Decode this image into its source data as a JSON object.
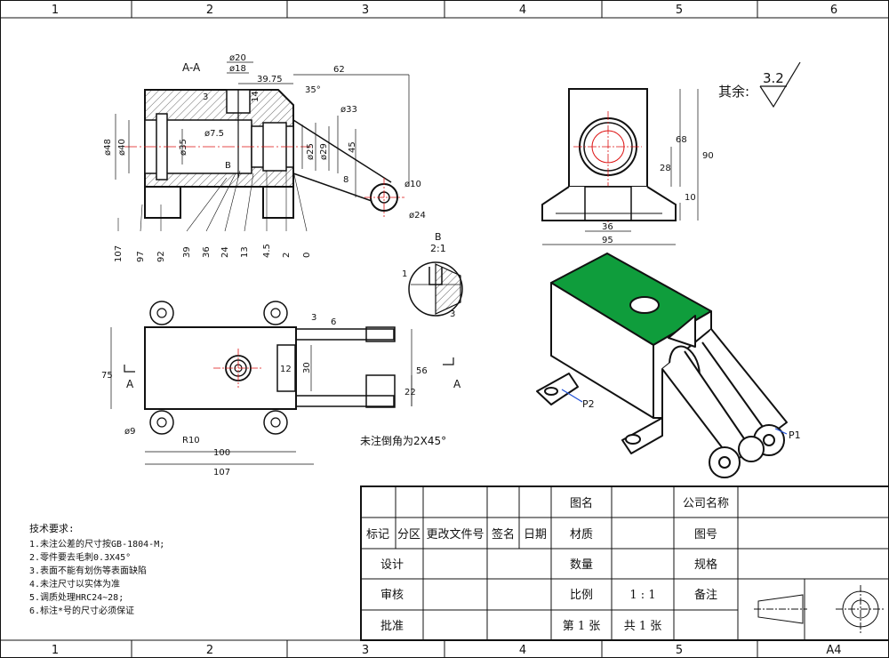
{
  "frame": {
    "columns": [
      "1",
      "2",
      "3",
      "4",
      "5",
      "6"
    ],
    "bottom_columns": [
      "1",
      "2",
      "3",
      "4",
      "5",
      "A4"
    ]
  },
  "section_view": {
    "label": "A-A",
    "dims": {
      "d20": "ø20",
      "d18": "ø18",
      "l3975": "39.75",
      "l62": "62",
      "a35": "35°",
      "l3": "3",
      "l14": "14",
      "d33": "ø33",
      "d75": "ø7.5",
      "d48": "ø48",
      "d40": "ø40",
      "d35": "ø35",
      "d25": "ø25",
      "d29": "ø29",
      "l45": "45",
      "l8": "8",
      "d10": "ø10",
      "d24": "ø24",
      "b": "B"
    },
    "bottom_dims": [
      "107",
      "97",
      "92",
      "39",
      "36",
      "24",
      "13",
      "4.5",
      "2",
      "0"
    ]
  },
  "detail_b": {
    "title": "B",
    "scale": "2:1",
    "d1": "1",
    "d3": "3"
  },
  "front_view": {
    "d68": "68",
    "d90": "90",
    "d28": "28",
    "d10": "10",
    "d36": "36",
    "d95": "95"
  },
  "roughness": {
    "label": "其余:",
    "value": "3.2"
  },
  "plan_view": {
    "d3": "3",
    "d6": "6",
    "d75": "75",
    "d12": "12",
    "d30": "30",
    "d56": "56",
    "d22": "22",
    "d9": "ø9",
    "r10": "R10",
    "d100": "100",
    "d107": "107",
    "a_left": "A",
    "a_right": "A"
  },
  "chamfer_note": "未注倒角为2X45°",
  "iso_view": {
    "p1": "P1",
    "p2": "P2"
  },
  "colors": {
    "green_face": "#0f9d3c",
    "accent_blue": "#1d4fd6"
  },
  "tech_req": {
    "title": "技术要求:",
    "items": [
      "1.未注公差的尺寸按GB-1804-M;",
      "2.零件要去毛刺0.3X45°",
      "3.表面不能有划伤等表面缺陷",
      "4.未注尺寸以实体为准",
      "5.调质处理HRC24~28;",
      "6.标注*号的尺寸必须保证"
    ]
  },
  "title_block": {
    "rev_headers": [
      "标记",
      "分区",
      "更改文件号",
      "签名",
      "日期"
    ],
    "design": "设计",
    "review": "审核",
    "approve": "批准",
    "drawing_name": "图名",
    "material": "材质",
    "quantity": "数量",
    "ratio": "比例",
    "ratio_value": "1 : 1",
    "sheet": "第 1 张",
    "total": "共 1 张",
    "company": "公司名称",
    "drawing_no": "图号",
    "spec": "规格",
    "remark": "备注"
  }
}
